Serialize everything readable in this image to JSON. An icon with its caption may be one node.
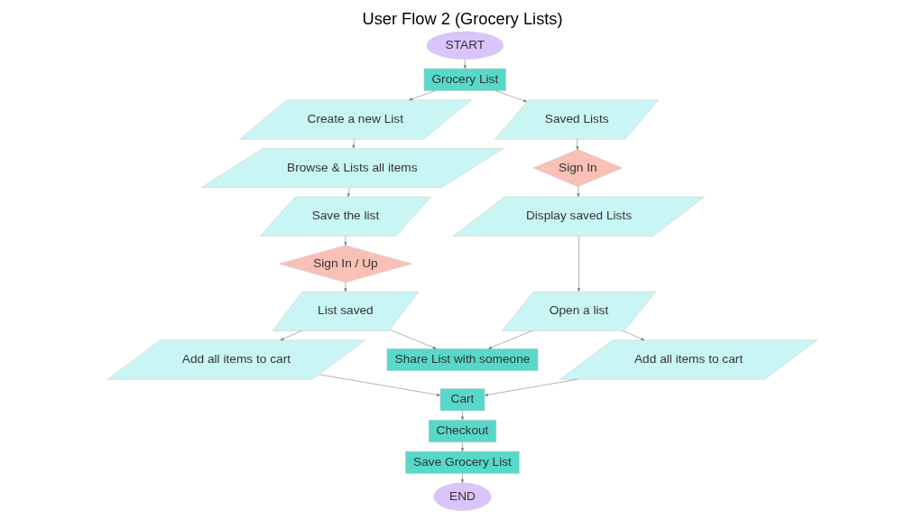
{
  "diagram": {
    "title": "User Flow 2 (Grocery Lists)",
    "nodes": [
      {
        "text": [
          "START"
        ]
      },
      {
        "text": [
          "Grocery List"
        ]
      },
      {
        "text": [
          "Create a new List"
        ]
      },
      {
        "text": [
          "Browse & Lists all items"
        ]
      },
      {
        "text": [
          "Save the list"
        ]
      },
      {
        "text": [
          "Sign In / Up"
        ]
      },
      {
        "text": [
          "List saved"
        ]
      },
      {
        "text": [
          "Add all items to cart"
        ]
      },
      {
        "text": [
          "Saved Lists"
        ]
      },
      {
        "text": [
          "Sign In"
        ]
      },
      {
        "text": [
          "Display saved Lists"
        ]
      },
      {
        "text": [
          "Open a list"
        ]
      },
      {
        "text": [
          "Add all items to cart"
        ]
      },
      {
        "text": [
          "Share List with someone"
        ]
      },
      {
        "text": [
          "Cart"
        ]
      },
      {
        "text": [
          "Checkout"
        ]
      },
      {
        "text": [
          "Save Grocery List"
        ]
      },
      {
        "text": [
          "END"
        ]
      }
    ],
    "edges": [
      {
        "from": 0,
        "to": 1,
        "arrow": "to"
      },
      {
        "from": 1,
        "to": 2,
        "arrow": "to"
      },
      {
        "from": 1,
        "to": 8,
        "arrow": "to"
      },
      {
        "from": 2,
        "to": 3,
        "arrow": "to"
      },
      {
        "from": 3,
        "to": 4,
        "arrow": "to"
      },
      {
        "from": 4,
        "to": 5,
        "arrow": "to"
      },
      {
        "from": 5,
        "to": 6,
        "arrow": "to"
      },
      {
        "from": 6,
        "to": 7,
        "arrow": "to"
      },
      {
        "from": 6,
        "to": 13,
        "arrow": "to"
      },
      {
        "from": 7,
        "to": 14,
        "arrow": "to"
      },
      {
        "from": 8,
        "to": 9,
        "arrow": "to"
      },
      {
        "from": 9,
        "to": 10,
        "arrow": "to"
      },
      {
        "from": 10,
        "to": 11,
        "arrow": "to"
      },
      {
        "from": 11,
        "to": 12,
        "arrow": "to"
      },
      {
        "from": 11,
        "to": 13,
        "arrow": "to"
      },
      {
        "from": 12,
        "to": 14,
        "arrow": "to"
      },
      {
        "from": 14,
        "to": 15,
        "arrow": "to"
      },
      {
        "from": 15,
        "to": 16,
        "arrow": "to"
      },
      {
        "from": 16,
        "to": 17,
        "arrow": "to"
      }
    ]
  }
}
